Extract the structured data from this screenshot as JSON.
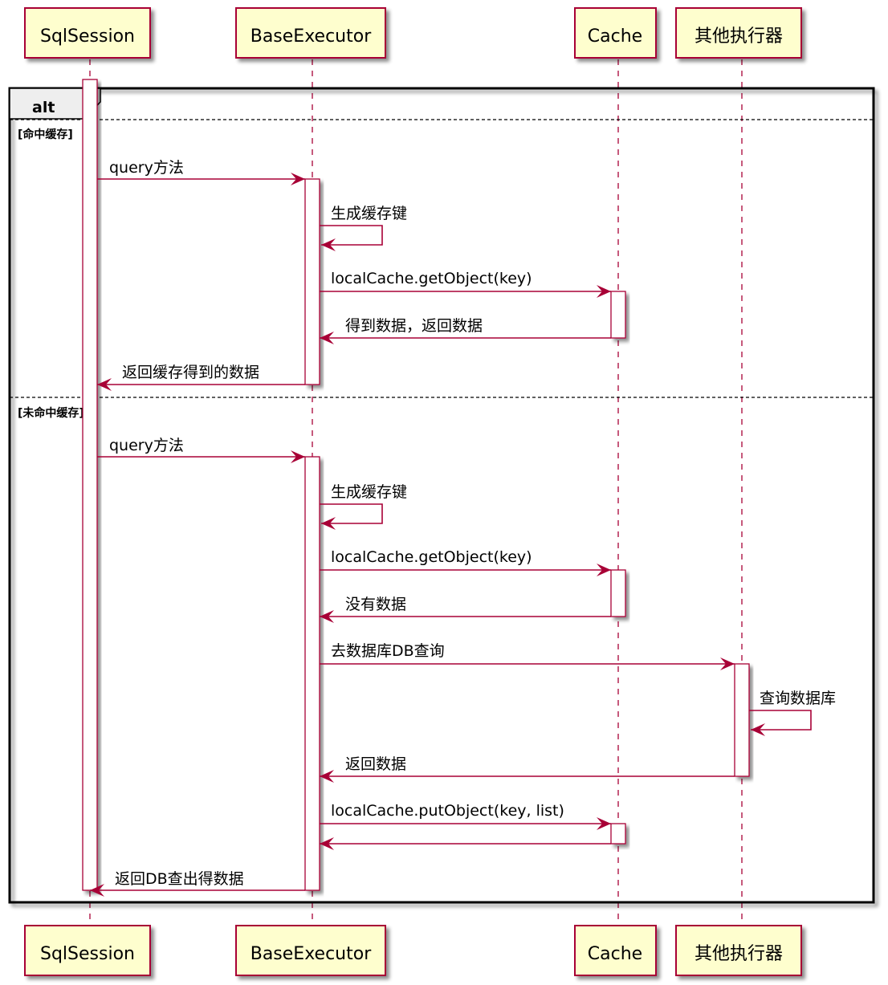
{
  "colors": {
    "participant_fill": "#FEFECE",
    "participant_border": "#A80036",
    "line": "#A80036",
    "frame": "#000000",
    "frame_header": "#EEEEEE"
  },
  "participants": [
    {
      "id": "sqlsession",
      "label": "SqlSession"
    },
    {
      "id": "baseexecutor",
      "label": "BaseExecutor"
    },
    {
      "id": "cache",
      "label": "Cache"
    },
    {
      "id": "other",
      "label": "其他执行器"
    }
  ],
  "alt": {
    "keyword": "alt",
    "sections": [
      {
        "guard": "[命中缓存]"
      },
      {
        "guard": "[未命中缓存]"
      }
    ]
  },
  "messages": [
    {
      "from": "sqlsession",
      "to": "baseexecutor",
      "label": "query方法",
      "section": 0
    },
    {
      "from": "baseexecutor",
      "to": "baseexecutor",
      "label": "生成缓存键",
      "section": 0
    },
    {
      "from": "baseexecutor",
      "to": "cache",
      "label": "localCache.getObject(key)",
      "section": 0
    },
    {
      "from": "cache",
      "to": "baseexecutor",
      "label": "得到数据，返回数据",
      "section": 0
    },
    {
      "from": "baseexecutor",
      "to": "sqlsession",
      "label": "返回缓存得到的数据",
      "section": 0
    },
    {
      "from": "sqlsession",
      "to": "baseexecutor",
      "label": "query方法",
      "section": 1
    },
    {
      "from": "baseexecutor",
      "to": "baseexecutor",
      "label": "生成缓存键",
      "section": 1
    },
    {
      "from": "baseexecutor",
      "to": "cache",
      "label": "localCache.getObject(key)",
      "section": 1
    },
    {
      "from": "cache",
      "to": "baseexecutor",
      "label": "没有数据",
      "section": 1
    },
    {
      "from": "baseexecutor",
      "to": "other",
      "label": "去数据库DB查询",
      "section": 1
    },
    {
      "from": "other",
      "to": "other",
      "label": "查询数据库",
      "section": 1
    },
    {
      "from": "other",
      "to": "baseexecutor",
      "label": "返回数据",
      "section": 1
    },
    {
      "from": "baseexecutor",
      "to": "cache",
      "label": "localCache.putObject(key, list)",
      "section": 1
    },
    {
      "from": "cache",
      "to": "baseexecutor",
      "label": "",
      "section": 1
    },
    {
      "from": "baseexecutor",
      "to": "sqlsession",
      "label": "返回DB查出得数据",
      "section": 1
    }
  ]
}
